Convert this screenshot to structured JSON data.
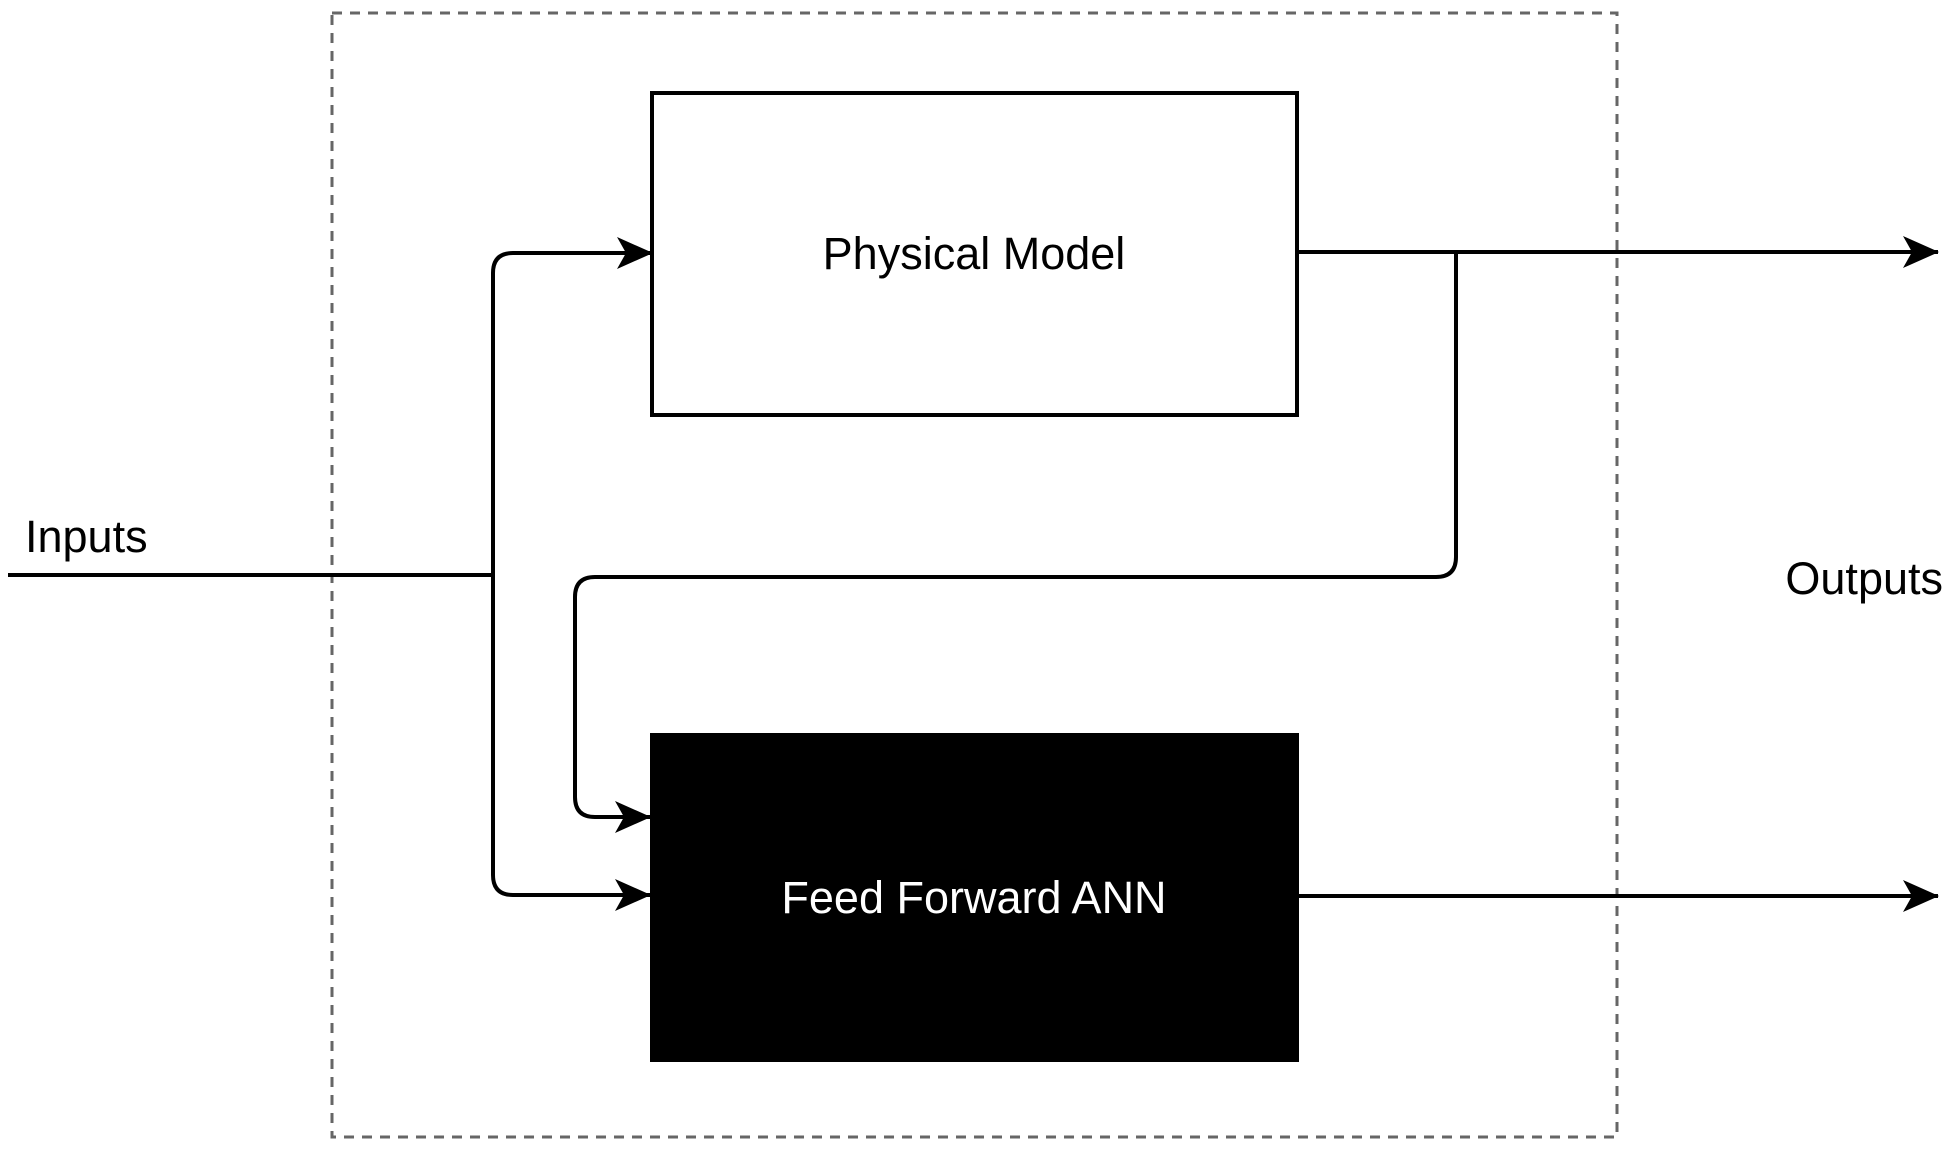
{
  "diagram": {
    "type": "block-diagram",
    "background": "#ffffff",
    "container": {
      "style": "dashed",
      "color": "#666666"
    },
    "nodes": [
      {
        "id": "physical-model",
        "label": "Physical Model",
        "fill": "#ffffff",
        "text_color": "#000000",
        "border_color": "#000000"
      },
      {
        "id": "feed-forward-ann",
        "label": "Feed Forward ANN",
        "fill": "#000000",
        "text_color": "#ffffff",
        "border_color": "#000000"
      }
    ],
    "labels": {
      "input": "Inputs",
      "output": "Outputs"
    },
    "edge_color": "#000000",
    "edges": [
      {
        "id": "inputs-line",
        "from": "inputs",
        "to": "input-junction",
        "arrow": false
      },
      {
        "id": "junction-to-physical-model",
        "from": "input-junction",
        "to": "physical-model",
        "arrow": true
      },
      {
        "id": "junction-to-ann",
        "from": "input-junction",
        "to": "feed-forward-ann",
        "arrow": true
      },
      {
        "id": "physical-model-output",
        "from": "physical-model",
        "to": "outputs",
        "arrow": true
      },
      {
        "id": "physical-model-feedback-to-ann",
        "from": "physical-model-output",
        "to": "feed-forward-ann",
        "arrow": true
      },
      {
        "id": "ann-output",
        "from": "feed-forward-ann",
        "to": "outputs",
        "arrow": true
      }
    ]
  }
}
